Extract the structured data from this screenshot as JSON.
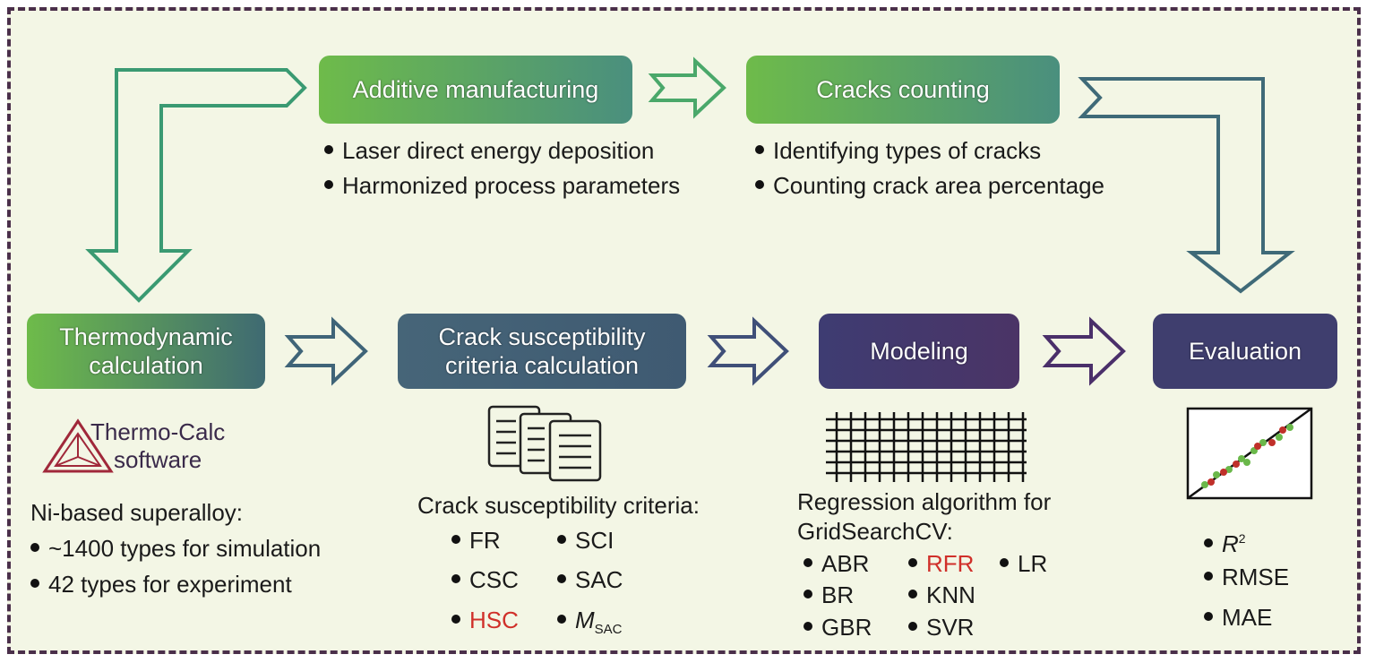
{
  "boxes": {
    "additive": "Additive manufacturing",
    "cracks_counting": "Cracks counting",
    "thermo_line1": "Thermodynamic",
    "thermo_line2": "calculation",
    "crack_crit_line1": "Crack susceptibility",
    "crack_crit_line2": "criteria calculation",
    "modeling": "Modeling",
    "evaluation": "Evaluation"
  },
  "additive_bullets": [
    "Laser direct energy deposition",
    "Harmonized process parameters"
  ],
  "cracks_bullets": [
    "Identifying types of cracks",
    "Counting crack area percentage"
  ],
  "thermocalc": {
    "line1": "Thermo-Calc",
    "line2": "software"
  },
  "superalloy": {
    "heading": "Ni-based superalloy:",
    "items": [
      "~1400 types for simulation",
      "42 types for experiment"
    ]
  },
  "criteria": {
    "heading": "Crack susceptibility criteria:",
    "items": [
      "FR",
      "SCI",
      "CSC",
      "SAC",
      "HSC"
    ],
    "msac_main": "M",
    "msac_sub": "SAC"
  },
  "regression": {
    "heading_line1": "Regression algorithm for",
    "heading_line2": "GridSearchCV:",
    "items": [
      "ABR",
      "RFR",
      "LR",
      "BR",
      "KNN",
      "GBR",
      "SVR"
    ]
  },
  "metrics": {
    "r_main": "R",
    "r_sup": "2",
    "items": [
      "RMSE",
      "MAE"
    ]
  },
  "colors": {
    "green": "#6ab84a",
    "teal": "#4a8f7e",
    "slate": "#3f5f73",
    "purple": "#3d3a6b",
    "highlight_red": "#d0302a",
    "frame": "#4a2f4a",
    "background": "#f3f6e5"
  }
}
